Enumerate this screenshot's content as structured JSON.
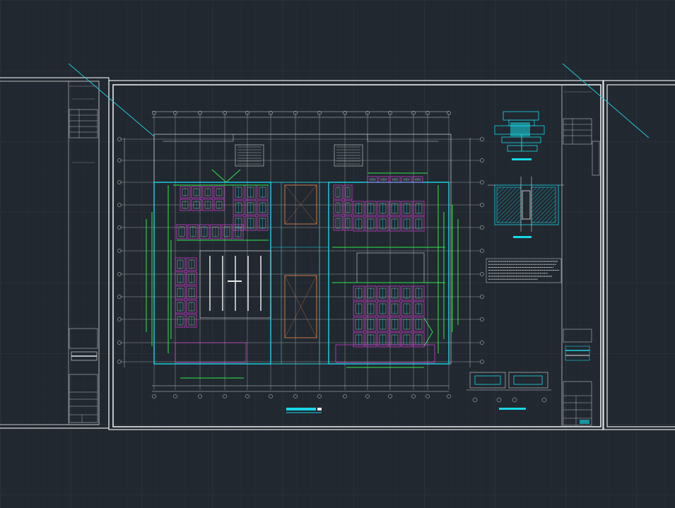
{
  "canvas": {
    "background": "#212830",
    "grid_minor": "#2a323b",
    "grid_major": "#313a44"
  },
  "colors": {
    "sheet_border": "#e6e6e6",
    "plan_cyan": "#18d8e8",
    "plan_green": "#2ee84a",
    "plan_magenta": "#e040e0",
    "plan_white": "#d8d8d8",
    "leader_cyan": "#20c8d8",
    "detail_hatch": "#1aa8b8"
  },
  "drawing": {
    "sheets": [
      "left-sheet",
      "center-sheet",
      "right-sheet"
    ],
    "main_plan": "floor-plan",
    "details": [
      "stair-elevation-detail",
      "section-detail",
      "notes-block",
      "wall-detail-pair"
    ],
    "title_blocks": [
      "left-title-block",
      "center-title-block"
    ]
  }
}
